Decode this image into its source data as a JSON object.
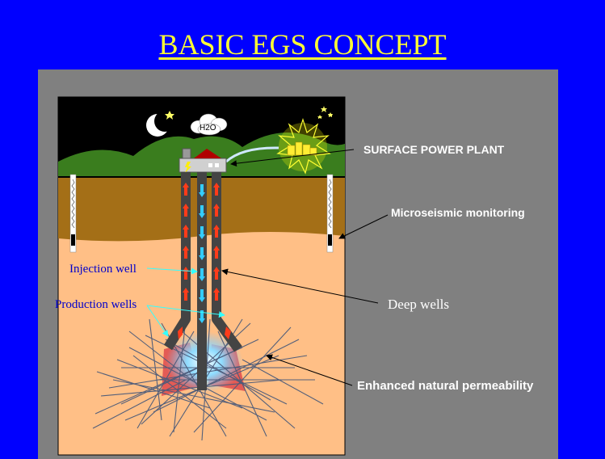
{
  "title": "BASIC EGS CONCEPT",
  "diagram": {
    "h2o_label": "H2O",
    "labels": {
      "surface_power_plant": "SURFACE POWER PLANT",
      "microseismic_monitoring": "Microseismic monitoring",
      "injection_well": "Injection well",
      "production_wells": "Production wells",
      "deep_wells": "Deep wells",
      "enhanced_permeability": "Enhanced natural permeability"
    }
  },
  "colors": {
    "background": "#0000ff",
    "title": "#ffff33",
    "panel": "#808080",
    "sky": "#000000",
    "hills": "#3a7d1e",
    "soil": "#a46f17",
    "rock": "#ffbf86",
    "hot_zone": "#e05050",
    "cold_flow": "#33ccff"
  }
}
